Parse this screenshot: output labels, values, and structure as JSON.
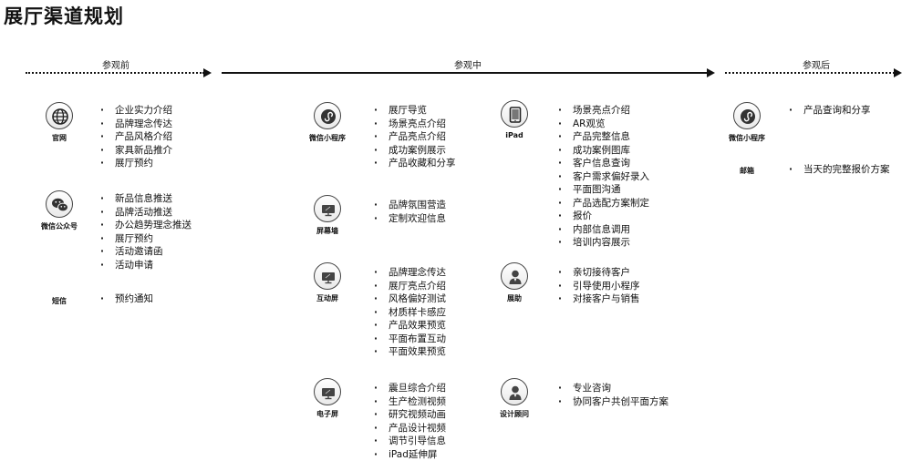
{
  "title": "展厅渠道规划",
  "phases": {
    "before": "参观前",
    "during": "参观中",
    "after": "参观后"
  },
  "channels": {
    "guanwang": {
      "label": "官网",
      "icon": "globe-icon",
      "items": [
        "企业实力介绍",
        "品牌理念传达",
        "产品风格介绍",
        "家具新品推介",
        "展厅预约"
      ]
    },
    "wechat_public": {
      "label": "微信公众号",
      "icon": "wechat-icon",
      "items": [
        "新品信息推送",
        "品牌活动推送",
        "办公趋势理念推送",
        "展厅预约",
        "活动邀请函",
        "活动申请"
      ]
    },
    "sms": {
      "label": "短信",
      "items": [
        "预约通知"
      ]
    },
    "mini_program": {
      "label": "微信小程序",
      "icon": "mini-program-icon",
      "items": [
        "展厅导览",
        "场景亮点介绍",
        "产品亮点介绍",
        "成功案例展示",
        "产品收藏和分享"
      ]
    },
    "screen_wall": {
      "label": "屏幕墙",
      "icon": "monitor-icon",
      "items": [
        "品牌氛围营造",
        "定制欢迎信息"
      ]
    },
    "interactive_screen": {
      "label": "互动屏",
      "icon": "monitor-icon",
      "items": [
        "品牌理念传达",
        "展厅亮点介绍",
        "风格偏好测试",
        "材质样卡感应",
        "产品效果预览",
        "平面布置互动",
        "平面效果预览"
      ]
    },
    "e_screen": {
      "label": "电子屏",
      "icon": "monitor-icon",
      "items": [
        "震旦综合介绍",
        "生产检测视频",
        "研究视频动画",
        "产品设计视频",
        "调节引导信息",
        "iPad延伸屏"
      ]
    },
    "ipad": {
      "label": "iPad",
      "icon": "tablet-icon",
      "items": [
        "场景亮点介绍",
        "AR观览",
        "产品完整信息",
        "成功案例图库",
        "客户信息查询",
        "客户需求偏好录入",
        "平面图沟通",
        "产品选配方案制定",
        "报价",
        "内部信息调用",
        "培训内容展示"
      ]
    },
    "exhibition_guide": {
      "label": "展助",
      "icon": "person-icon",
      "items": [
        "亲切接待客户",
        "引导使用小程序",
        "对接客户与销售"
      ]
    },
    "design_consultant": {
      "label": "设计顾问",
      "icon": "person-icon",
      "items": [
        "专业咨询",
        "协同客户共创平面方案"
      ]
    },
    "mini_program_after": {
      "label": "微信小程序",
      "icon": "mini-program-icon",
      "items": [
        "产品查询和分享"
      ]
    },
    "mail": {
      "label": "邮箱",
      "items": [
        "当天的完整报价方案"
      ]
    }
  }
}
